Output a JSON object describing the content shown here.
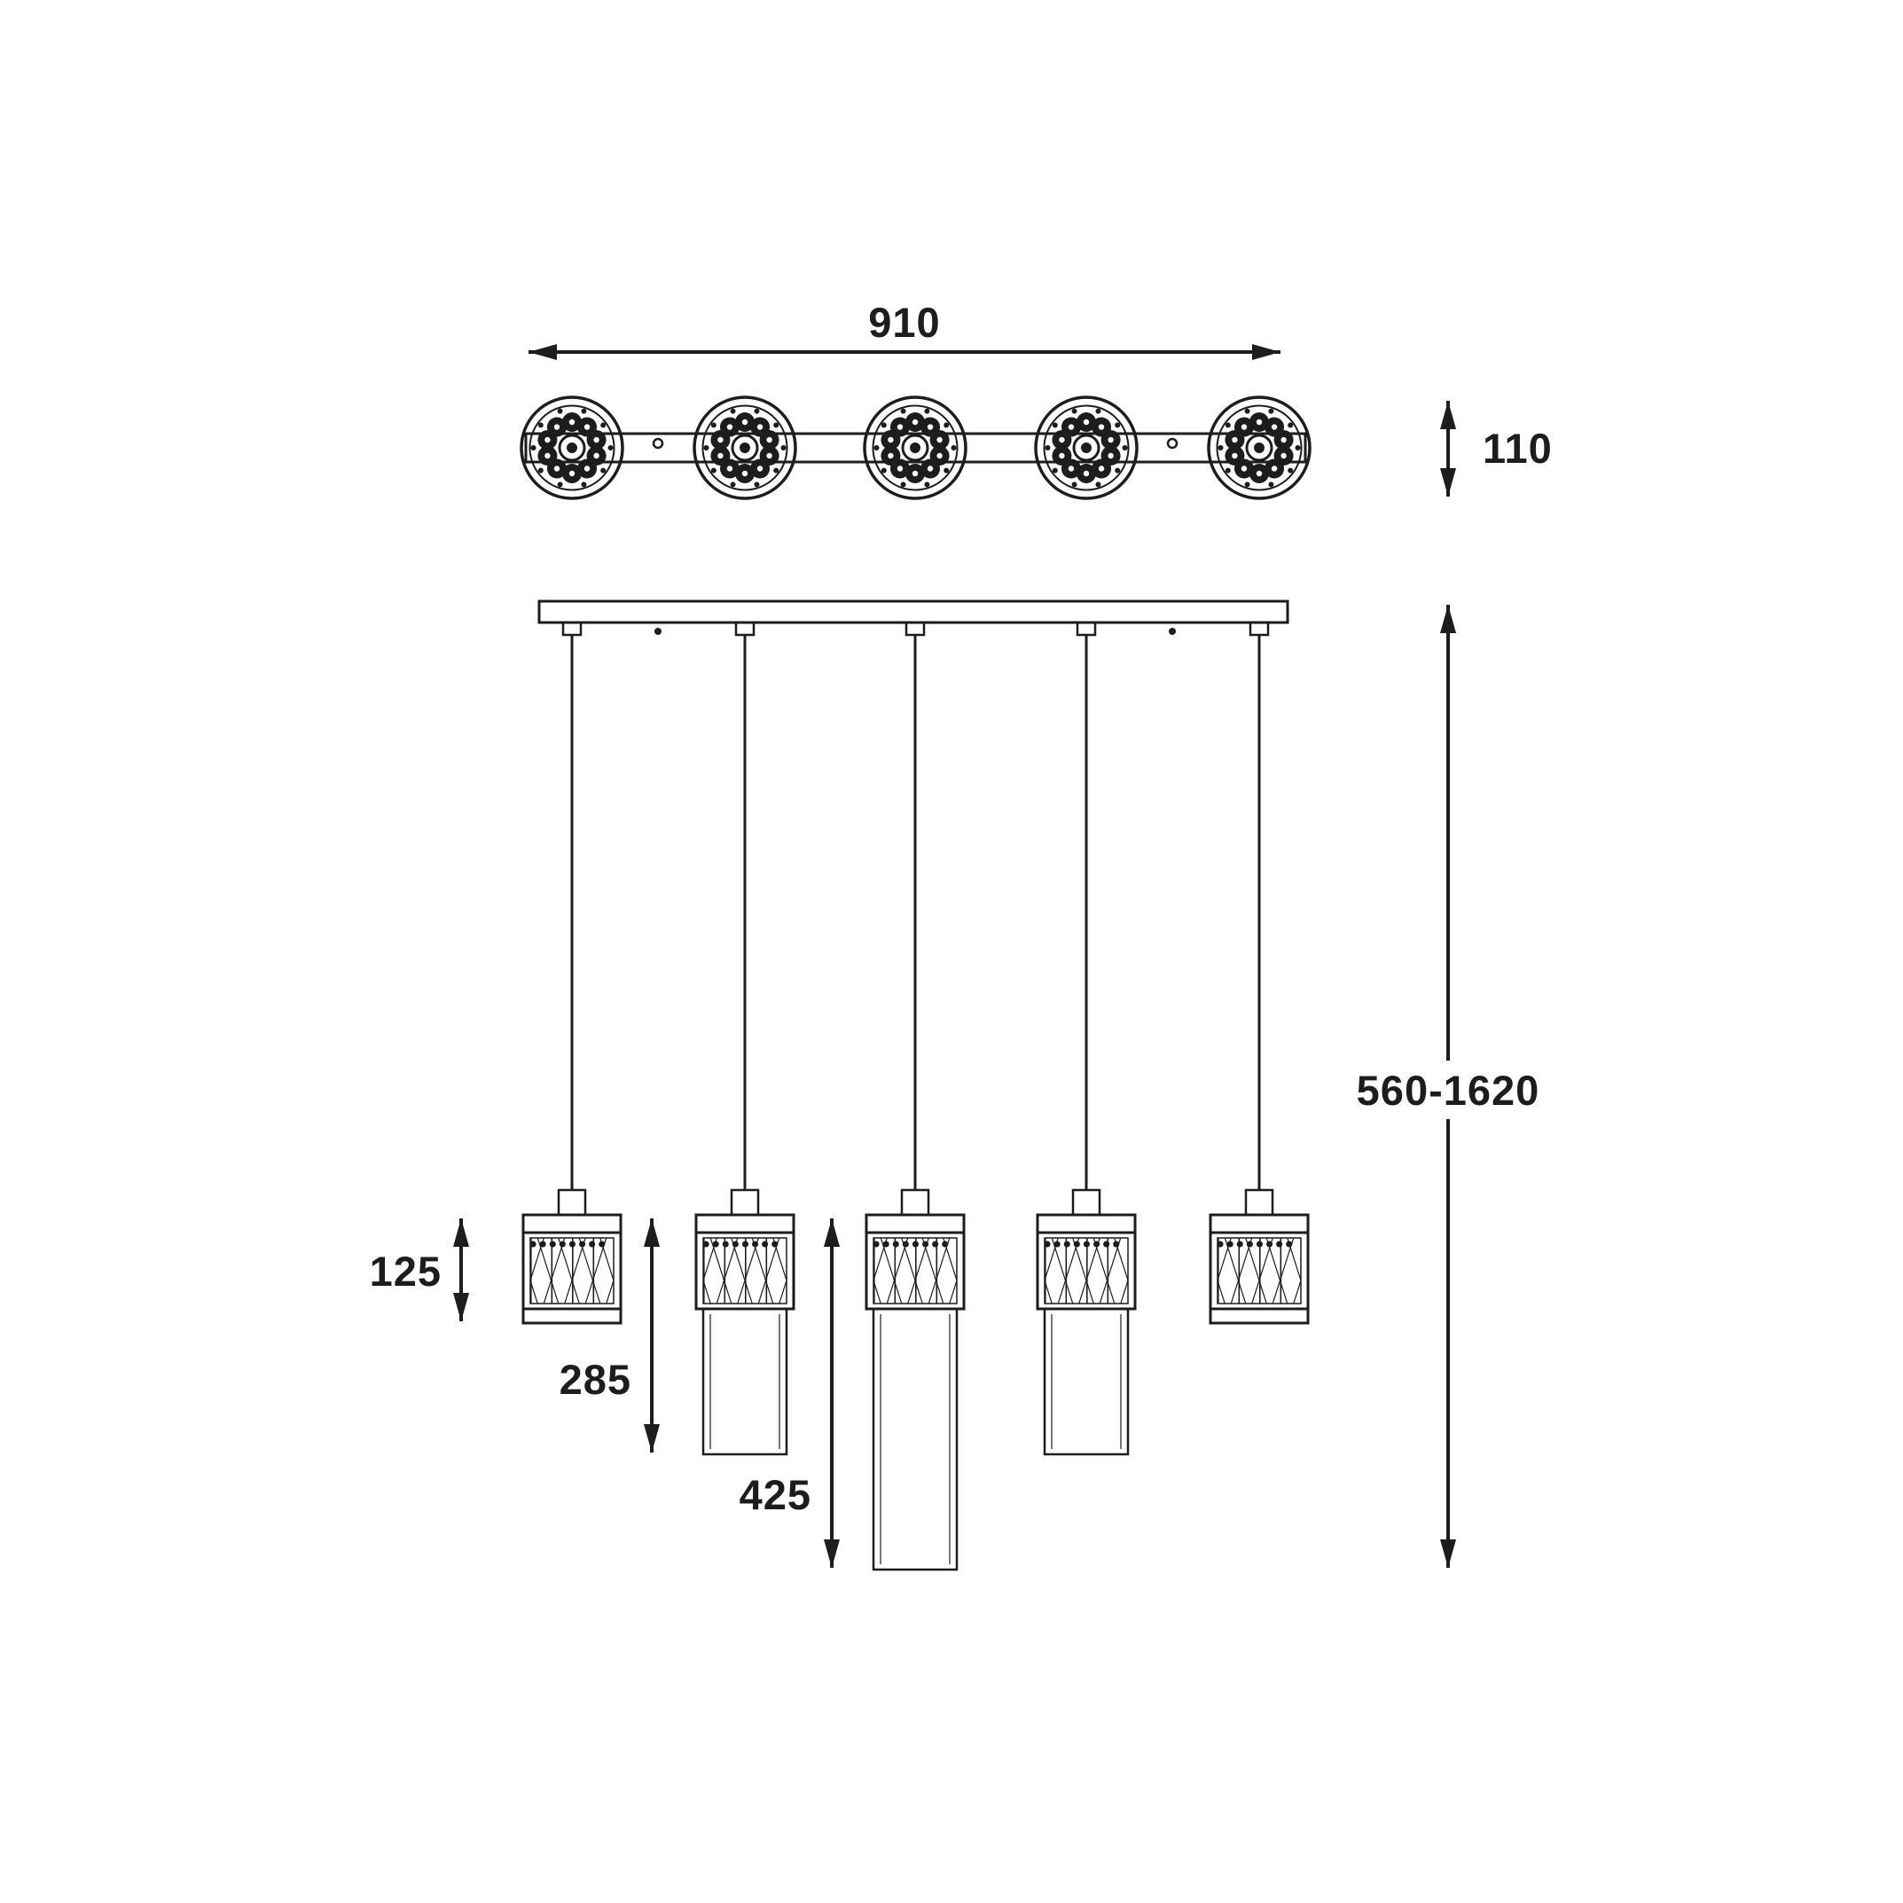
{
  "dimensions": {
    "overall_width": "910",
    "canopy_depth": "110",
    "drop_range": "560-1620",
    "pendant_short_height": "125",
    "pendant_medium_height": "285",
    "pendant_long_height": "425"
  },
  "colors": {
    "line": "#1d1d1b",
    "background": "#ffffff"
  }
}
